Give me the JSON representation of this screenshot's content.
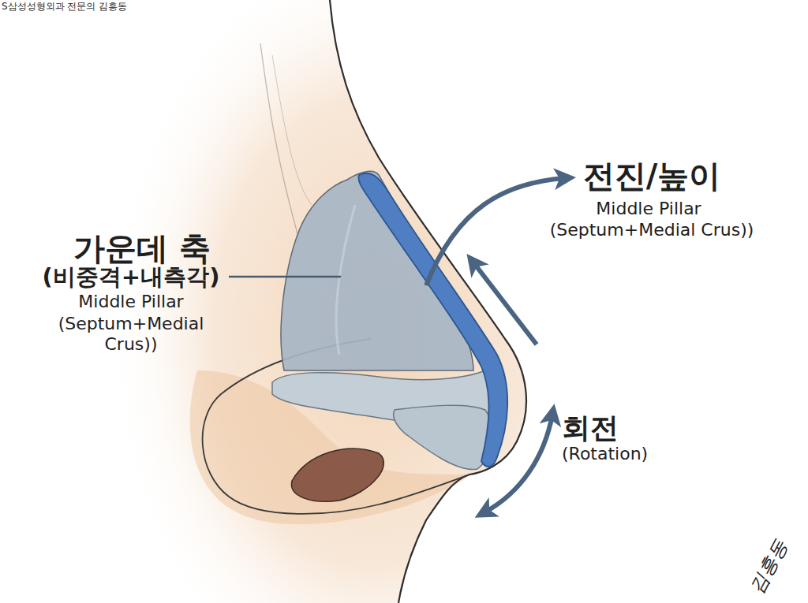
{
  "diagram": {
    "labels": [
      "S삼성성형외과 전문의 김흥동",
      "가운데 축",
      "(비중격+내측각)",
      "Middle Pillar",
      "(Septum+Medial Crus))",
      "전진/높이",
      "Middle Pillar",
      "(Septum+Medial Crus))",
      "회전",
      "(Rotation)",
      "김흥동"
    ]
  }
}
